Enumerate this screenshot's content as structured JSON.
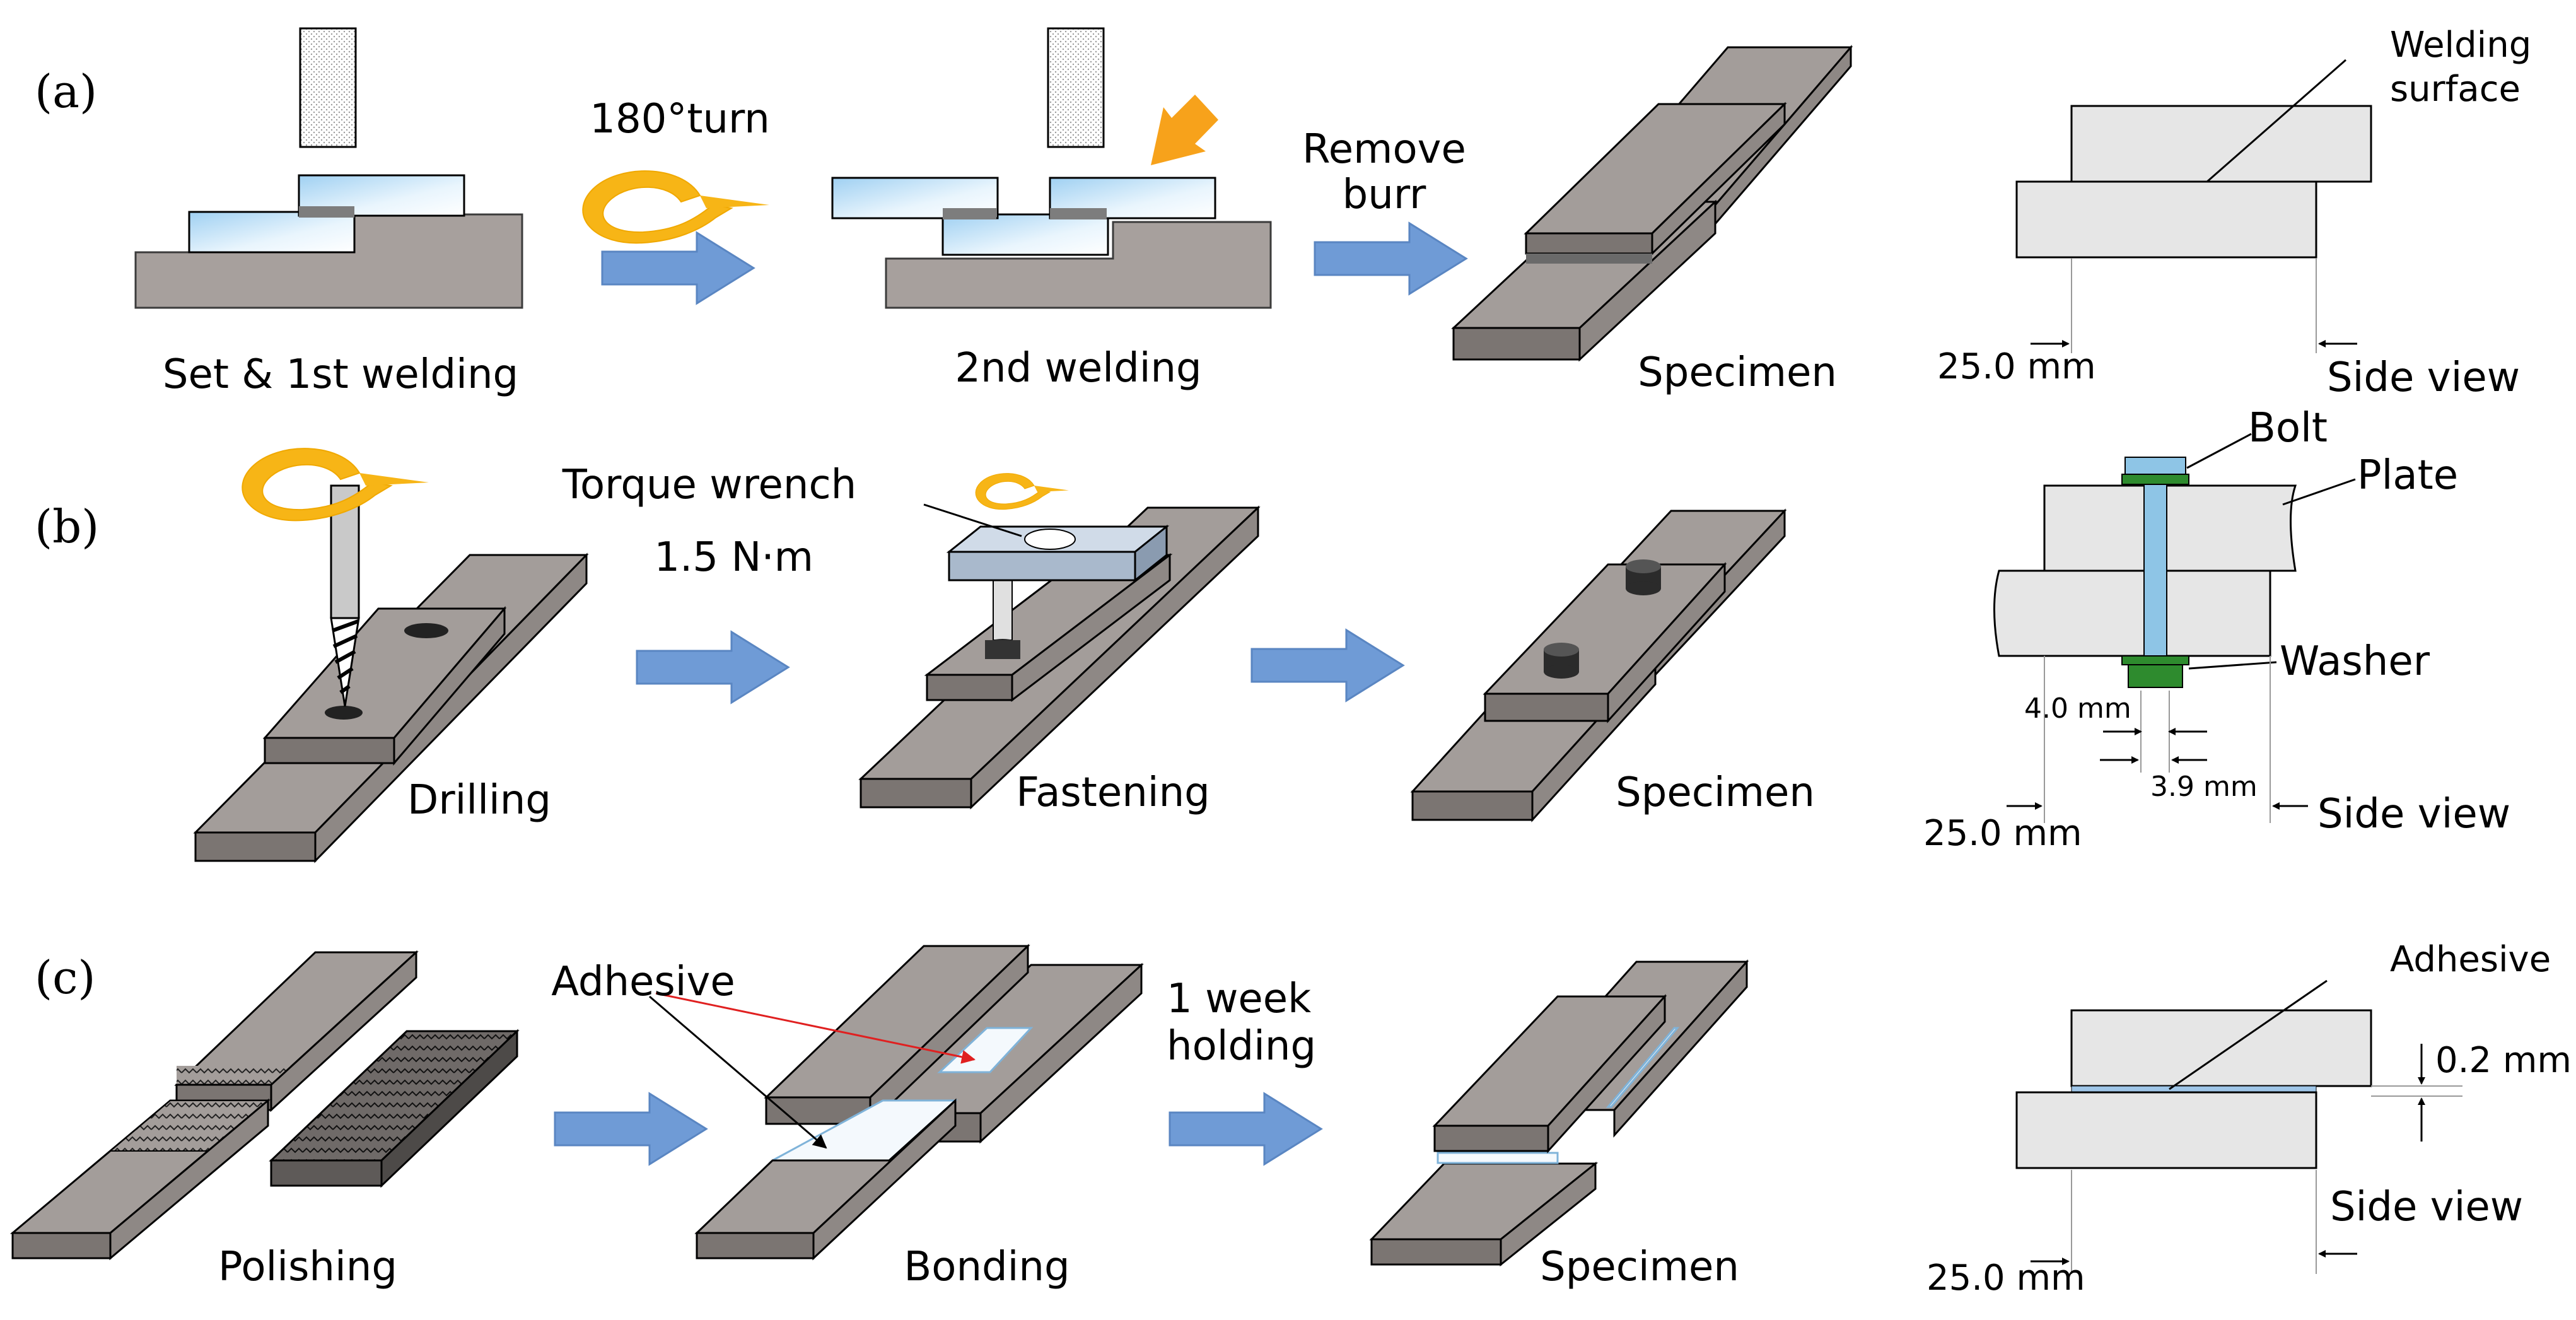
{
  "panels": {
    "a": {
      "tag": "(a)",
      "steps": [
        "Set & 1st welding",
        "2nd welding",
        "Specimen"
      ],
      "rotation_label": "180°turn",
      "arrow_label_line1": "Remove",
      "arrow_label_line2": "burr",
      "sideview": {
        "callout_line1": "Welding",
        "callout_line2": "surface",
        "width": "25.0 mm",
        "caption": "Side view"
      }
    },
    "b": {
      "tag": "(b)",
      "steps": [
        "Drilling",
        "Fastening",
        "Specimen"
      ],
      "tool_label": "Torque wrench",
      "torque": "1.5 N·m",
      "sideview": {
        "bolt": "Bolt",
        "plate": "Plate",
        "washer": "Washer",
        "hole_dim": "4.0 mm",
        "shaft_dim": "3.9 mm",
        "width": "25.0 mm",
        "caption": "Side view"
      }
    },
    "c": {
      "tag": "(c)",
      "steps": [
        "Polishing",
        "Bonding",
        "Specimen"
      ],
      "adhesive_label": "Adhesive",
      "arrow_label_line1": "1 week",
      "arrow_label_line2": "holding",
      "sideview": {
        "callout": "Adhesive",
        "thickness": "0.2 mm",
        "width": "25.0 mm",
        "caption": "Side view"
      }
    }
  },
  "colors": {
    "plate": "#a39d9a",
    "glass": "#cfe6f7",
    "arrow": "#6f9bd6",
    "rotation": "#f7b516",
    "bolt": "#8ec5e6",
    "washer": "#2e8b2e",
    "callout_arrow": "#e02020"
  }
}
